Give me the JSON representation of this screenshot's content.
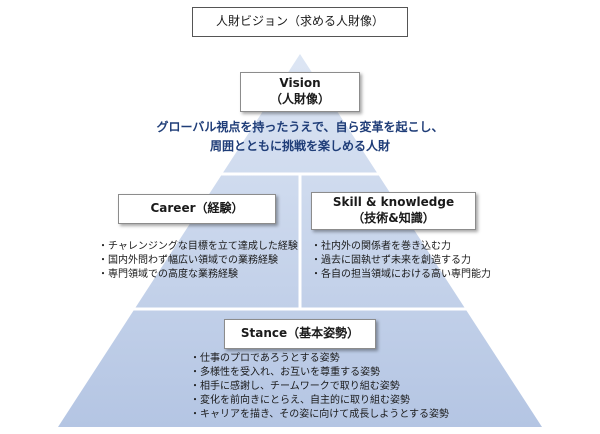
{
  "title": "人財ビジョン（求める人財像）",
  "vision": {
    "label": "Vision",
    "sublabel": "（人財像）",
    "statement_line1": "グローバル視点を持ったうえで、自ら変革を起こし、",
    "statement_line2": "周囲とともに挑戦を楽しめる人財"
  },
  "career": {
    "label": "Career（経験）",
    "items": [
      "チャレンジングな目標を立て達成した経験",
      "国内外問わず幅広い領域での業務経験",
      "専門領域での高度な業務経験"
    ]
  },
  "skill": {
    "label": "Skill & knowledge",
    "sublabel": "（技術&知識）",
    "items": [
      "社内外の関係者を巻き込む力",
      "過去に固執せず未来を創造する力",
      "各自の担当領域における高い専門能力"
    ]
  },
  "stance": {
    "label": "Stance（基本姿勢）",
    "items": [
      "仕事のプロであろうとする姿勢",
      "多様性を受入れ、お互いを尊重する姿勢",
      "相手に感謝し、チームワークで取り組む姿勢",
      "変化を前向きにとらえ、自主的に取り組む姿勢",
      "キャリアを描き、その姿に向けて成長しようとする姿勢"
    ]
  },
  "colors": {
    "pyramid_top": "#d8e2f2",
    "pyramid_bottom": "#b7c7e4",
    "divider": "#ffffff",
    "statement_text": "#1f3d78"
  }
}
